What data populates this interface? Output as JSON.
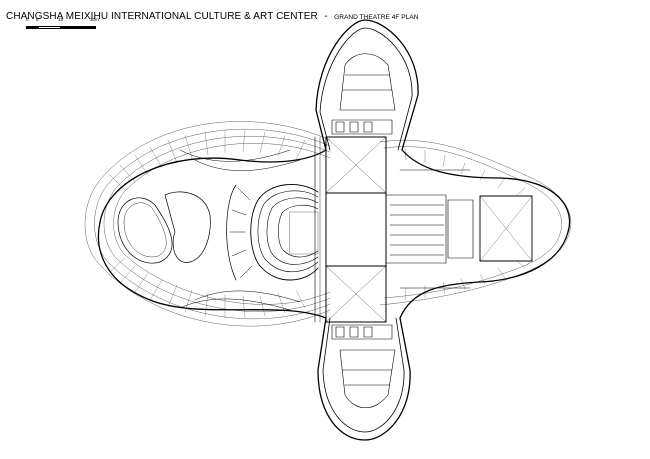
{
  "header": {
    "title": "CHANGSHA MEIXIHU INTERNATIONAL CULTURE & ART CENTER",
    "separator": "-",
    "subtitle": "GRAND THEATRE 4F PLAN"
  },
  "scale_bar": {
    "labels": [
      "0",
      "5",
      "15",
      "30m"
    ]
  },
  "colors": {
    "line": "#000000",
    "background": "#ffffff"
  }
}
